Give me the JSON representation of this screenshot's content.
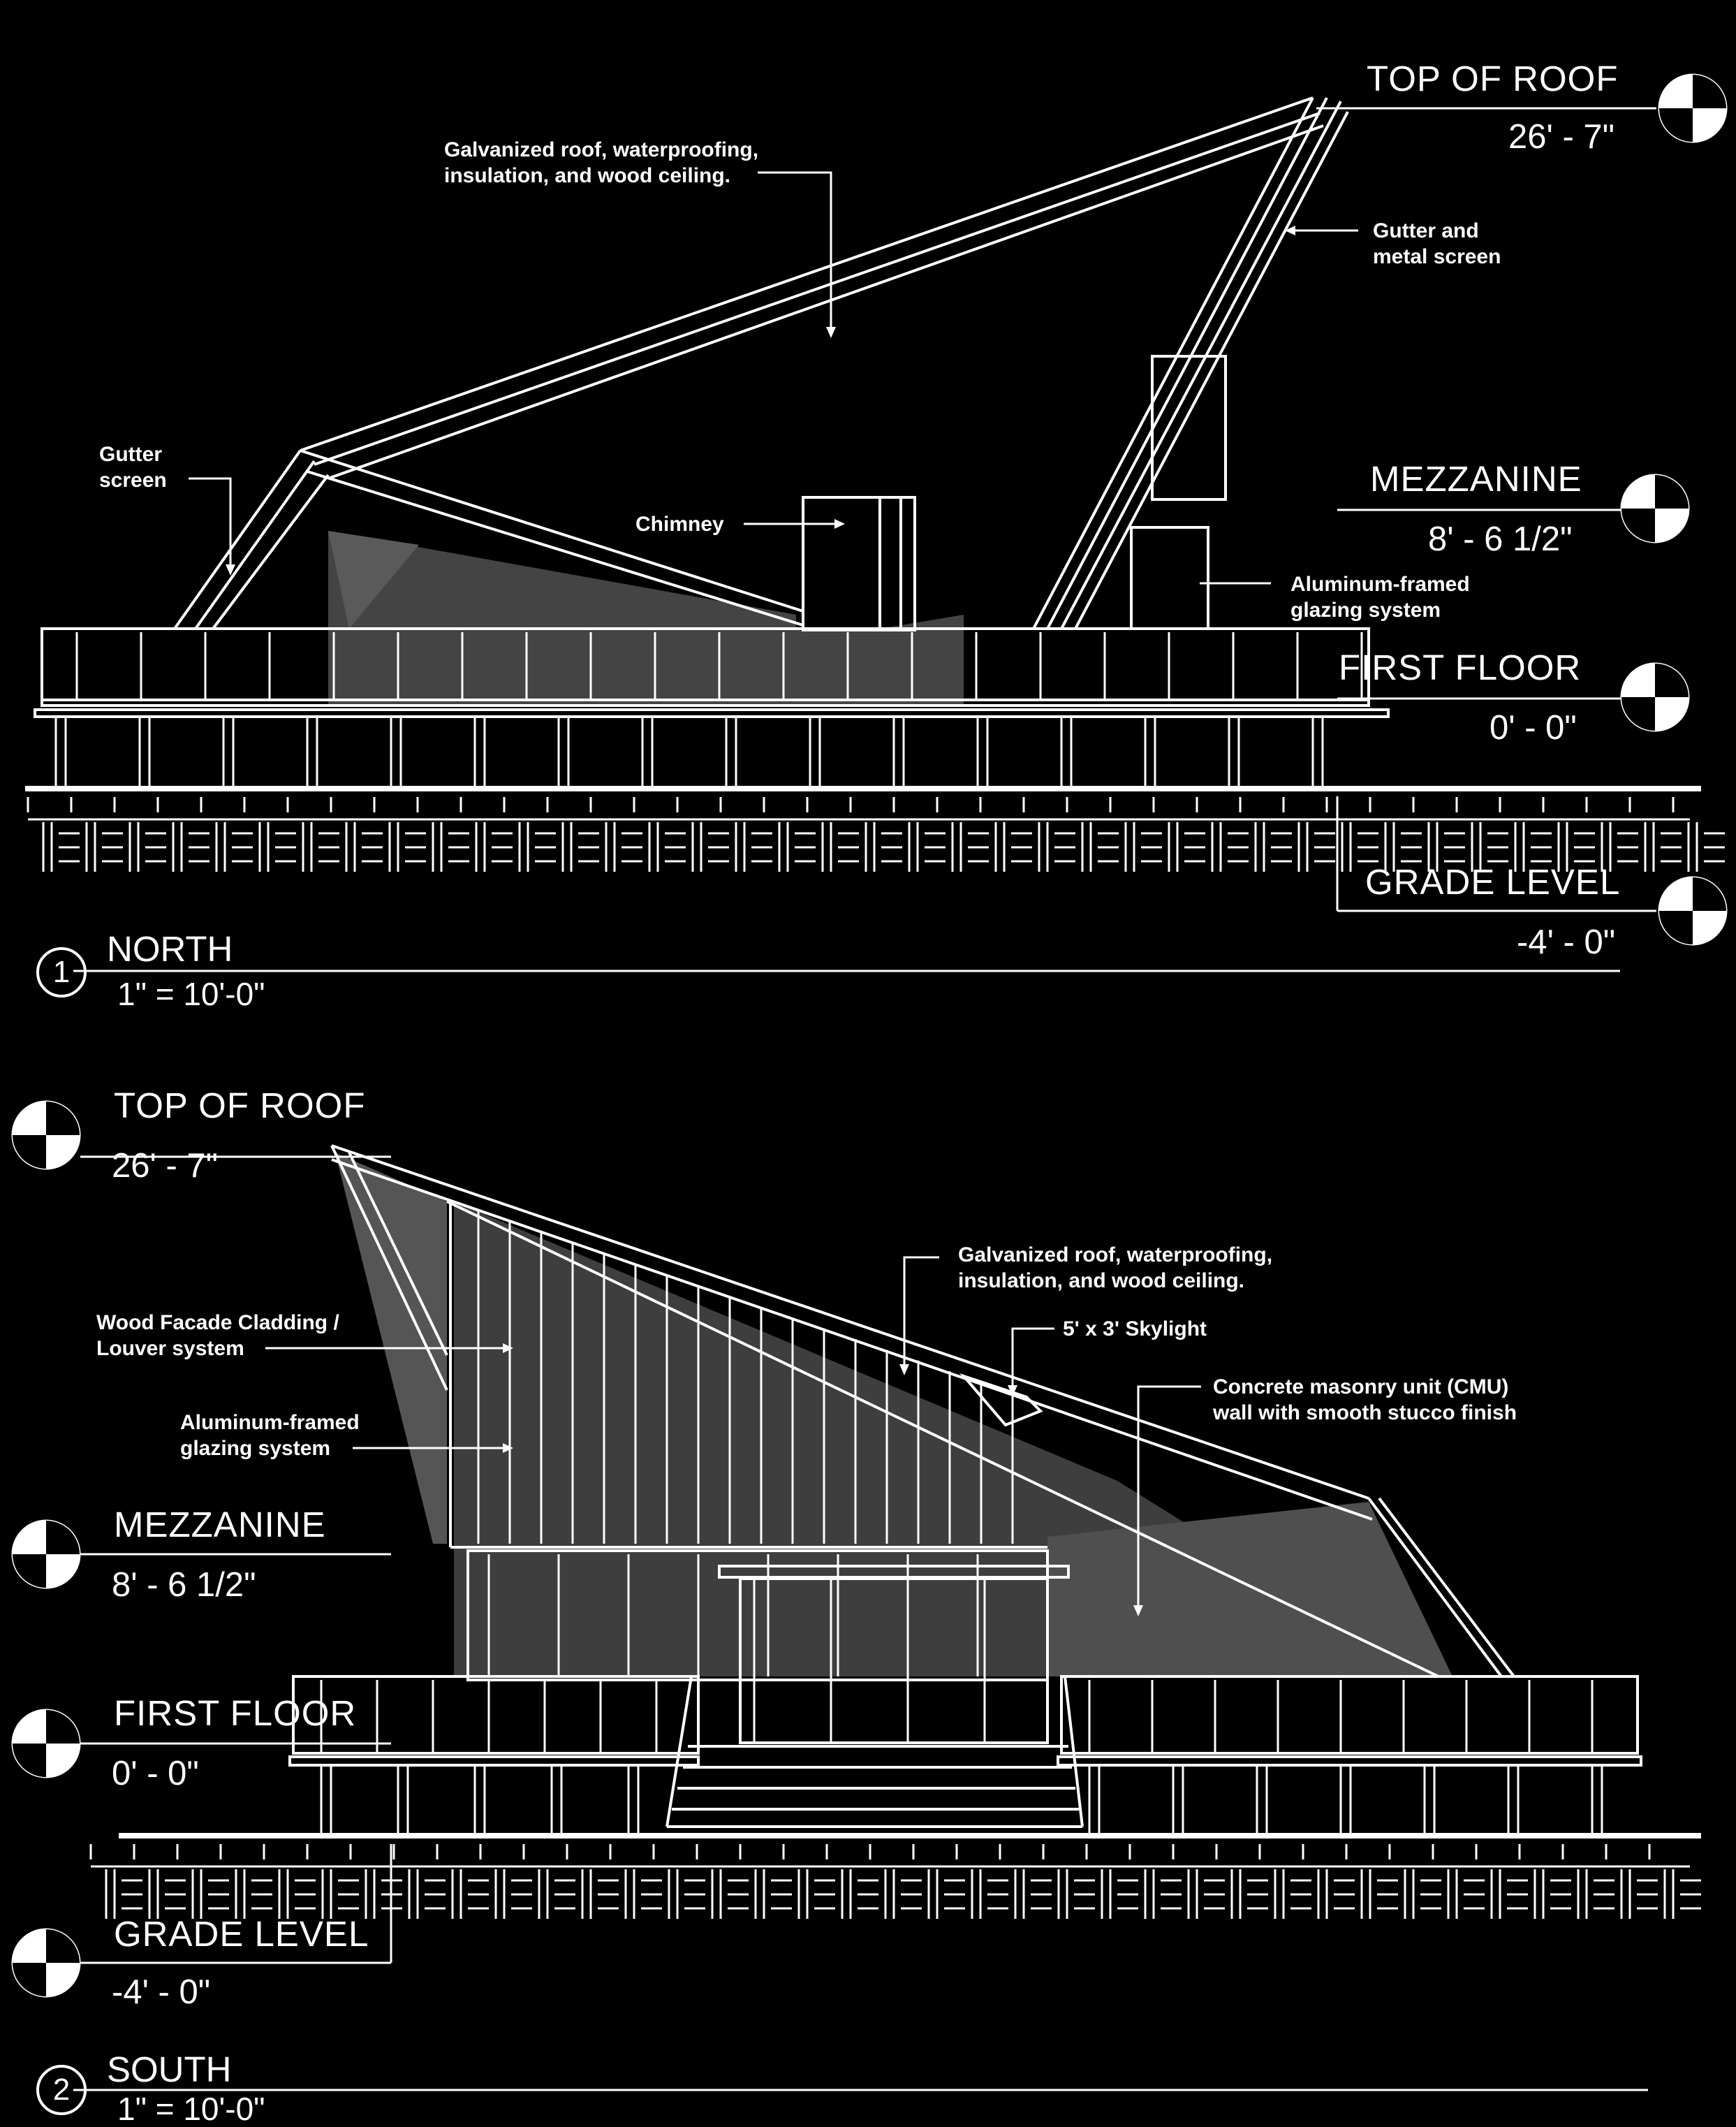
{
  "colors": {
    "background": "#000000",
    "line": "#ffffff",
    "shade": "#4a4a4a"
  },
  "north": {
    "title": "NORTH",
    "scale": "1\" = 10'-0\"",
    "number": "1",
    "levels": {
      "top_of_roof": {
        "label": "TOP OF ROOF",
        "elevation": "26' - 7\""
      },
      "mezzanine": {
        "label": "MEZZANINE",
        "elevation": "8' - 6 1/2\""
      },
      "first_floor": {
        "label": "FIRST FLOOR",
        "elevation": "0' - 0\""
      },
      "grade_level": {
        "label": "GRADE LEVEL",
        "elevation": "-4' - 0\""
      }
    },
    "notes": {
      "roof": "Galvanized roof, waterproofing,\ninsulation, and wood ceiling.",
      "gutter_metal": "Gutter and\nmetal screen",
      "gutter_screen": "Gutter\nscreen",
      "chimney": "Chimney",
      "glazing": "Aluminum-framed\nglazing system"
    }
  },
  "south": {
    "title": "SOUTH",
    "scale": "1\" = 10'-0\"",
    "number": "2",
    "levels": {
      "top_of_roof": {
        "label": "TOP OF ROOF",
        "elevation": "26' - 7\""
      },
      "mezzanine": {
        "label": "MEZZANINE",
        "elevation": "8' - 6 1/2\""
      },
      "first_floor": {
        "label": "FIRST FLOOR",
        "elevation": "0' - 0\""
      },
      "grade_level": {
        "label": "GRADE LEVEL",
        "elevation": "-4' - 0\""
      }
    },
    "notes": {
      "roof": "Galvanized roof, waterproofing,\ninsulation, and wood ceiling.",
      "skylight": "5' x 3' Skylight",
      "cmu": "Concrete masonry unit (CMU)\nwall with smooth stucco finish",
      "cladding": "Wood Facade Cladding /\nLouver system",
      "glazing": "Aluminum-framed\nglazing system"
    }
  }
}
